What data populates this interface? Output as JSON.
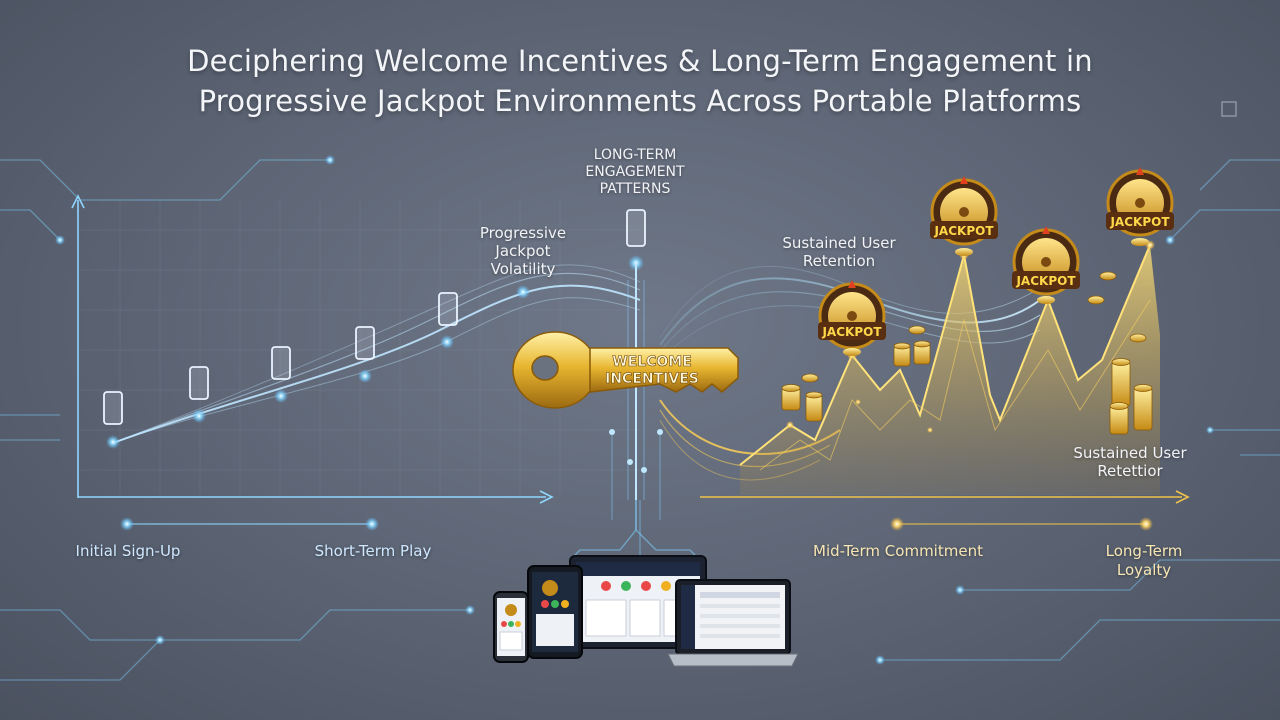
{
  "title": {
    "line1": "Deciphering Welcome Incentives & Long-Term Engagement in",
    "line2": "Progressive Jackpot Environments Across Portable Platforms"
  },
  "labels": {
    "long_term_engagement": [
      "LONG-TERM",
      "ENGAGEMENT",
      "PATTERNS"
    ],
    "progressive_volatility": [
      "Progressive",
      "Jackpot",
      "Volatility"
    ],
    "sustained_retention_top": [
      "Sustained User",
      "Retention"
    ],
    "sustained_retention_bottom": [
      "Sustained User",
      "Retettior"
    ]
  },
  "key": {
    "line1": "WELCOME",
    "line2": "INCENTIVES"
  },
  "jackpot_badge": "JACKPOT",
  "timeline": {
    "stages": [
      "Initial Sign-Up",
      "Short-Term Play",
      "Mid-Term Commitment",
      "Long-Term",
      "Loyalty"
    ]
  },
  "colors": {
    "accent_blue": "#7fd0ff",
    "accent_gold": "#f0c24a",
    "background": "#5c6474"
  }
}
